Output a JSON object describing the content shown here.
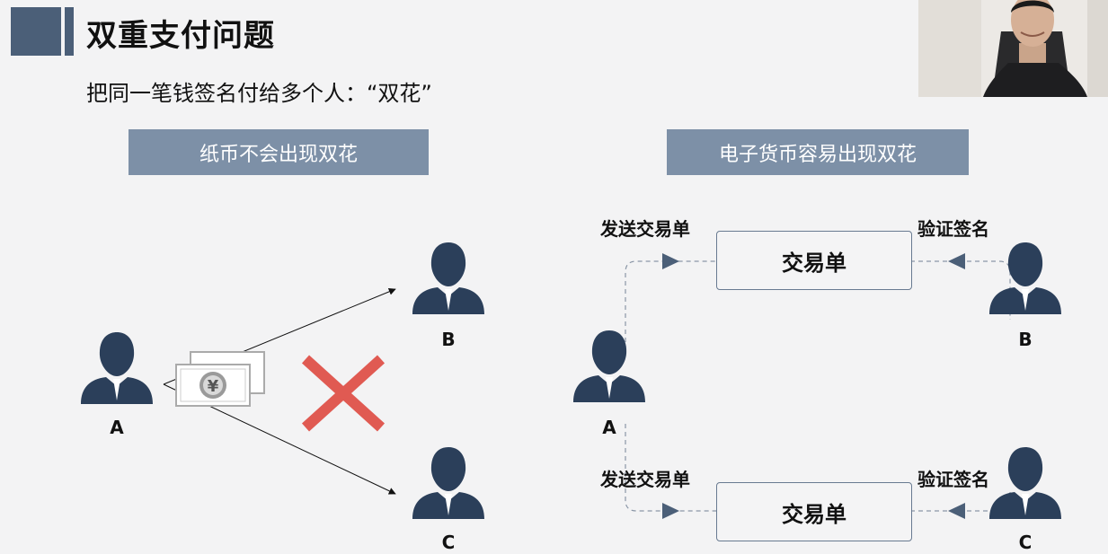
{
  "slide": {
    "title": "双重支付问题",
    "subtitle": "把同一笔钱签名付给多个人：“双花”"
  },
  "left_panel": {
    "label": "纸币不会出现双花",
    "people": {
      "a": "A",
      "b": "B",
      "c": "C"
    },
    "money_icon": "banknote-icon",
    "currency_symbol": "¥",
    "cross_icon": "red-x-icon",
    "cross_color": "#e05a52"
  },
  "right_panel": {
    "label": "电子货币容易出现双花",
    "people": {
      "a": "A",
      "b": "B",
      "c": "C"
    },
    "top": {
      "send_label": "发送交易单",
      "tx_label": "交易单",
      "verify_label": "验证签名"
    },
    "bottom": {
      "send_label": "发送交易单",
      "tx_label": "交易单",
      "verify_label": "验证签名"
    }
  },
  "colors": {
    "accent": "#4b5f78",
    "label_bg": "#7d90a7",
    "person": "#2b3f5a"
  },
  "webcam": {
    "icon": "presenter-video-icon"
  }
}
